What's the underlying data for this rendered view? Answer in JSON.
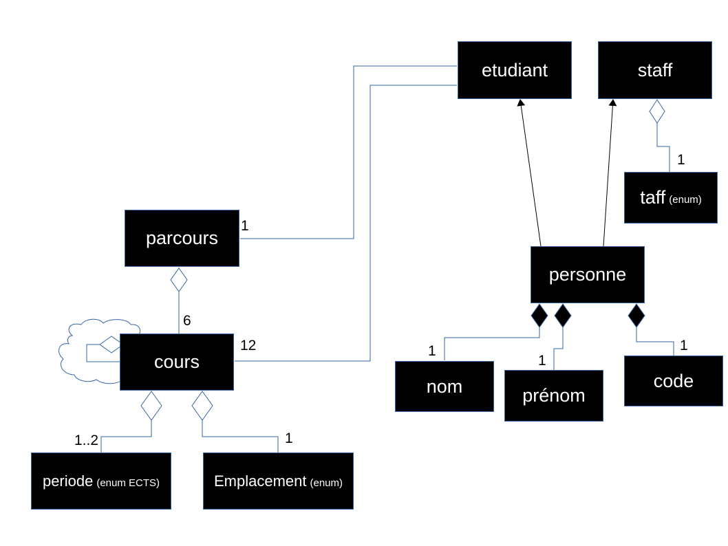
{
  "diagram": {
    "colors": {
      "line": "#3465a4",
      "box": "#000000",
      "text": "#ffffff",
      "arrow": "#000000"
    },
    "nodes": {
      "etudiant": {
        "label": "etudiant"
      },
      "staff": {
        "label": "staff"
      },
      "taff": {
        "label": "taff",
        "sub": "(enum)"
      },
      "parcours": {
        "label": "parcours"
      },
      "personne": {
        "label": "personne"
      },
      "cours": {
        "label": "cours"
      },
      "nom": {
        "label": "nom"
      },
      "prenom": {
        "label": "prénom"
      },
      "code": {
        "label": "code"
      },
      "periode": {
        "label": "periode",
        "sub": "(enum ECTS)"
      },
      "emplacement": {
        "label": "Emplacement",
        "sub": "(enum)"
      }
    },
    "multiplicities": {
      "staff_taff": "1",
      "parcours_etudiant": "1",
      "parcours_cours": "6",
      "cours_etudiant": "12",
      "personne_nom": "1",
      "personne_prenom": "1",
      "personne_code": "1",
      "cours_periode": "1..2",
      "cours_emplacement": "1"
    },
    "edges": [
      {
        "from": "parcours",
        "to": "etudiant",
        "kind": "association"
      },
      {
        "from": "cours",
        "to": "etudiant",
        "kind": "association"
      },
      {
        "from": "personne",
        "to": "etudiant",
        "kind": "generalization"
      },
      {
        "from": "personne",
        "to": "staff",
        "kind": "generalization"
      },
      {
        "from": "staff",
        "to": "taff",
        "kind": "aggregation"
      },
      {
        "from": "parcours",
        "to": "cours",
        "kind": "aggregation"
      },
      {
        "from": "cours",
        "to": "cours",
        "kind": "aggregation"
      },
      {
        "from": "personne",
        "to": "nom",
        "kind": "composition"
      },
      {
        "from": "personne",
        "to": "prenom",
        "kind": "composition"
      },
      {
        "from": "personne",
        "to": "code",
        "kind": "composition"
      },
      {
        "from": "cours",
        "to": "periode",
        "kind": "aggregation"
      },
      {
        "from": "cours",
        "to": "emplacement",
        "kind": "aggregation"
      }
    ]
  }
}
